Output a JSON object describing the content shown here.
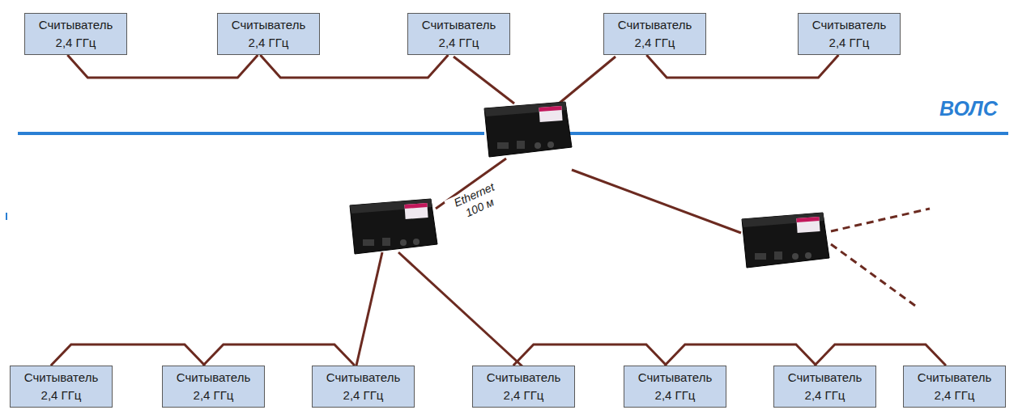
{
  "diagram": {
    "nodes": [
      {
        "text": [
          "Считыватель 2,4 ГГц"
        ]
      },
      {
        "text": [
          "Считыватель 2,4 ГГц"
        ]
      },
      {
        "text": [
          "Считыватель 2,4 ГГц"
        ]
      },
      {
        "text": [
          "Считыватель 2,4 ГГц"
        ]
      },
      {
        "text": [
          "Считыватель 2,4 ГГц"
        ]
      },
      {
        "text": [
          "Считыватель 2,4 ГГц"
        ]
      },
      {
        "text": [
          "Считыватель 2,4 ГГц"
        ]
      },
      {
        "text": [
          "Считыватель 2,4 ГГц"
        ]
      },
      {
        "text": [
          "Считыватель 2,4 ГГц"
        ]
      },
      {
        "text": [
          "Считыватель 2,4 ГГц"
        ]
      },
      {
        "text": [
          "Считыватель 2,4 ГГц"
        ]
      },
      {
        "text": [
          "Считыватель 2,4 ГГц"
        ]
      }
    ],
    "edges": [
      {
        "from": 0,
        "to": 1,
        "arrow": "none"
      },
      {
        "from": 1,
        "to": 2,
        "arrow": "none"
      },
      {
        "from": 3,
        "to": 4,
        "arrow": "none"
      },
      {
        "from": 5,
        "to": 6,
        "arrow": "none"
      },
      {
        "from": 6,
        "to": 7,
        "arrow": "none"
      },
      {
        "from": 8,
        "to": 9,
        "arrow": "none"
      },
      {
        "from": 9,
        "to": 10,
        "arrow": "none"
      },
      {
        "from": 10,
        "to": 11,
        "arrow": "none"
      }
    ],
    "labels": [
      "ВОЛС",
      "Ethernet 100 м"
    ]
  }
}
